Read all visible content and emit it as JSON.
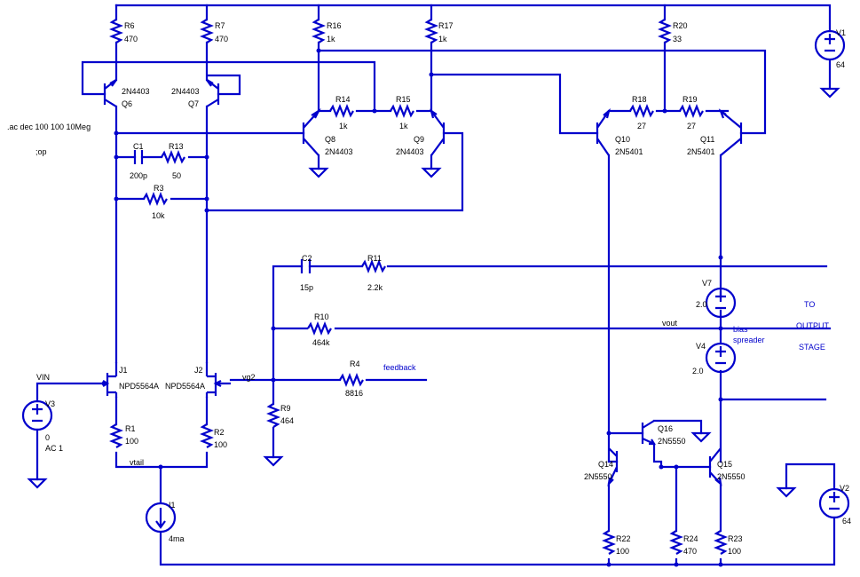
{
  "directives": {
    "ac": ".ac dec 100 100 10Meg",
    "op": ";op"
  },
  "colors": {
    "wire": "#0000cc",
    "text": "#000000",
    "label": "#0000cc"
  },
  "resistors": {
    "R6": {
      "name": "R6",
      "value": "470"
    },
    "R7": {
      "name": "R7",
      "value": "470"
    },
    "R16": {
      "name": "R16",
      "value": "1k"
    },
    "R17": {
      "name": "R17",
      "value": "1k"
    },
    "R20": {
      "name": "R20",
      "value": "33"
    },
    "R14": {
      "name": "R14",
      "value": "1k"
    },
    "R15": {
      "name": "R15",
      "value": "1k"
    },
    "R18": {
      "name": "R18",
      "value": "27"
    },
    "R19": {
      "name": "R19",
      "value": "27"
    },
    "R13": {
      "name": "R13",
      "value": "50"
    },
    "R3": {
      "name": "R3",
      "value": "10k"
    },
    "R11": {
      "name": "R11",
      "value": "2.2k"
    },
    "R10": {
      "name": "R10",
      "value": "464k"
    },
    "R4": {
      "name": "R4",
      "value": "8816"
    },
    "R9": {
      "name": "R9",
      "value": "464"
    },
    "R1": {
      "name": "R1",
      "value": "100"
    },
    "R2": {
      "name": "R2",
      "value": "100"
    },
    "R22": {
      "name": "R22",
      "value": "100"
    },
    "R24": {
      "name": "R24",
      "value": "470"
    },
    "R23": {
      "name": "R23",
      "value": "100"
    }
  },
  "capacitors": {
    "C1": {
      "name": "C1",
      "value": "200p"
    },
    "C2": {
      "name": "C2",
      "value": "15p"
    }
  },
  "transistors": {
    "Q6": {
      "name": "Q6",
      "model": "2N4403"
    },
    "Q7": {
      "name": "Q7",
      "model": "2N4403"
    },
    "Q8": {
      "name": "Q8",
      "model": "2N4403"
    },
    "Q9": {
      "name": "Q9",
      "model": "2N4403"
    },
    "Q10": {
      "name": "Q10",
      "model": "2N5401"
    },
    "Q11": {
      "name": "Q11",
      "model": "2N5401"
    },
    "Q14": {
      "name": "Q14",
      "model": "2N5550"
    },
    "Q15": {
      "name": "Q15",
      "model": "2N5550"
    },
    "Q16": {
      "name": "Q16",
      "model": "2N5550"
    },
    "J1": {
      "name": "J1",
      "model": "NPD5564A"
    },
    "J2": {
      "name": "J2",
      "model": "NPD5564A"
    }
  },
  "sources": {
    "V1": {
      "name": "V1",
      "value": "64"
    },
    "V2": {
      "name": "V2",
      "value": "64"
    },
    "V3": {
      "name": "V3",
      "value": "0",
      "ac": "AC 1"
    },
    "V7": {
      "name": "V7",
      "value": "2.0"
    },
    "V4": {
      "name": "V4",
      "value": "2.0"
    },
    "I1": {
      "name": "I1",
      "value": "4ma"
    }
  },
  "net_labels": {
    "vin": "VIN",
    "vg2": "vg2",
    "vtail": "vtail",
    "vout": "vout",
    "feedback": "feedback",
    "bias1": "bias",
    "bias2": "spreader",
    "to1": "TO",
    "to2": "OUTPUT",
    "to3": "STAGE"
  }
}
